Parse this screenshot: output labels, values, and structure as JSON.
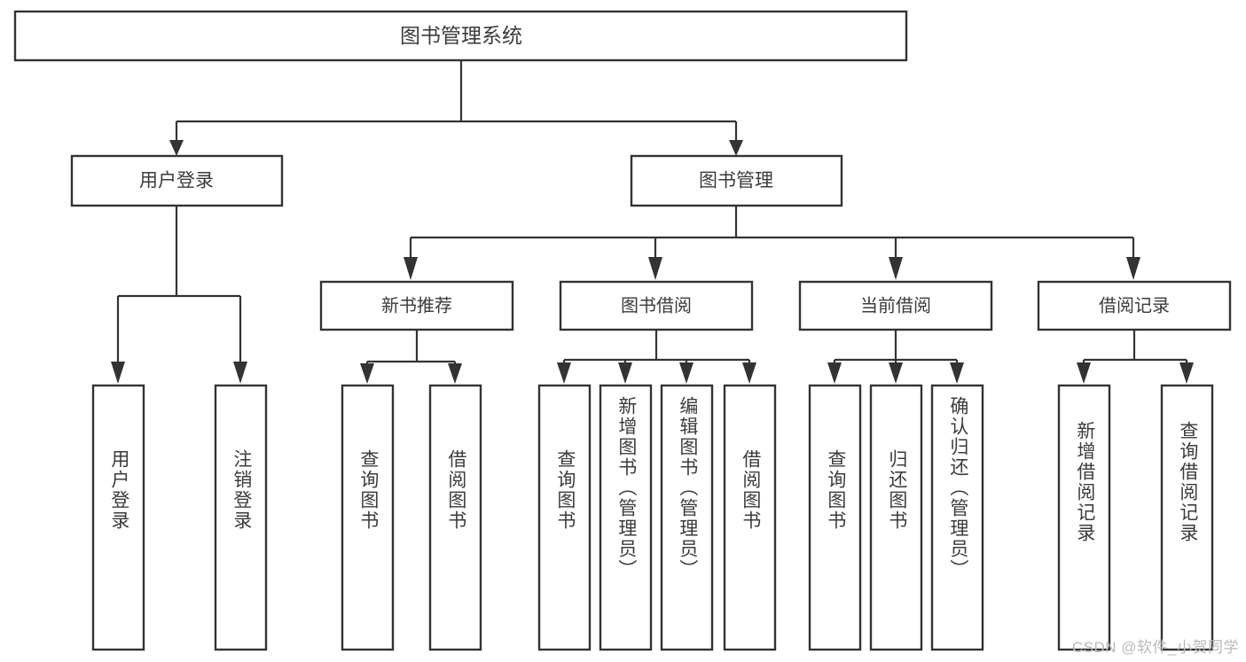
{
  "diagram": {
    "type": "tree-hierarchy",
    "title": "图书管理系统",
    "orientation": "top-down",
    "colors": {
      "background": "#ffffff",
      "box_stroke": "#333333",
      "box_fill": "#ffffff",
      "connector": "#333333",
      "text": "#3b3b3b",
      "watermark": "#b9b9b9"
    },
    "root": {
      "label": "图书管理系统"
    },
    "level1": [
      {
        "label": "用户登录"
      },
      {
        "label": "图书管理"
      }
    ],
    "level2": [
      {
        "label": "新书推荐"
      },
      {
        "label": "图书借阅"
      },
      {
        "label": "当前借阅"
      },
      {
        "label": "借阅记录"
      }
    ],
    "leaves": {
      "user_login": [
        {
          "label": "用户登录"
        },
        {
          "label": "注销登录"
        }
      ],
      "new_book_recommend": [
        {
          "label": "查询图书"
        },
        {
          "label": "借阅图书"
        }
      ],
      "book_borrow": [
        {
          "label": "查询图书"
        },
        {
          "label": "新增图书（管理员）"
        },
        {
          "label": "编辑图书（管理员）"
        },
        {
          "label": "借阅图书"
        }
      ],
      "current_borrow": [
        {
          "label": "查询图书"
        },
        {
          "label": "归还图书"
        },
        {
          "label": "确认归还（管理员）"
        }
      ],
      "borrow_record": [
        {
          "label": "新增借阅记录"
        },
        {
          "label": "查询借阅记录"
        }
      ]
    }
  },
  "watermark": {
    "text": "CSDN @软件_小贺同学"
  }
}
